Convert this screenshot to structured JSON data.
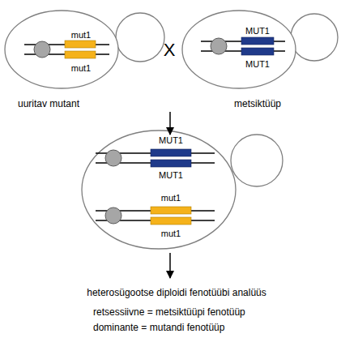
{
  "diagram": {
    "nodes": [
      {
        "text": [
          "mut1",
          "mut1"
        ]
      },
      {
        "text": [
          "MUT1",
          "MUT1"
        ]
      },
      {
        "text": [
          "MUT1",
          "MUT1",
          "mut1",
          "mut1"
        ]
      }
    ],
    "labels": [
      "uuritav mutant",
      "X",
      "metsiktüüp",
      "heterosügootse diploidi fenotüübi analüüs",
      "retsessiivne = metsiktüüpi fenotüüp",
      "dominante = mutandi fenotüüp"
    ]
  }
}
